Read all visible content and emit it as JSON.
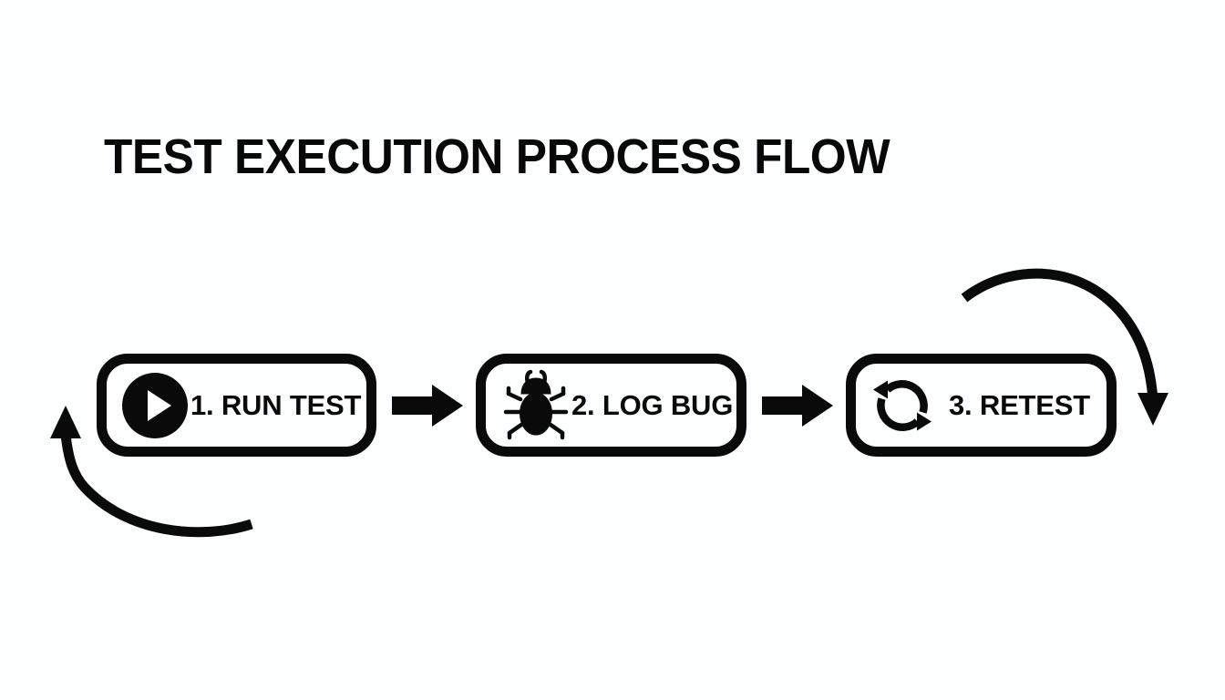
{
  "page": {
    "title": "TEST EXECUTION PROCESS FLOW",
    "background_color": "#fdfeff",
    "ink_color": "#0a0a0a"
  },
  "flow": {
    "steps": [
      {
        "number": "1",
        "label": "1. RUN TEST",
        "icon": "play-circle-icon"
      },
      {
        "number": "2",
        "label": "2. LOG BUG",
        "icon": "bug-icon"
      },
      {
        "number": "3",
        "label": "3. RETEST",
        "icon": "refresh-cycle-icon"
      }
    ],
    "connectors": [
      {
        "from": "1. RUN TEST",
        "to": "2. LOG BUG",
        "icon": "arrow-right-icon"
      },
      {
        "from": "2. LOG BUG",
        "to": "3. RETEST",
        "icon": "arrow-right-icon"
      }
    ],
    "feedback_arcs": [
      {
        "name": "retest-exit-arc",
        "icon": "curved-arrow-down-icon"
      },
      {
        "name": "loop-back-to-run-test-arc",
        "icon": "curved-arrow-up-icon"
      }
    ]
  }
}
